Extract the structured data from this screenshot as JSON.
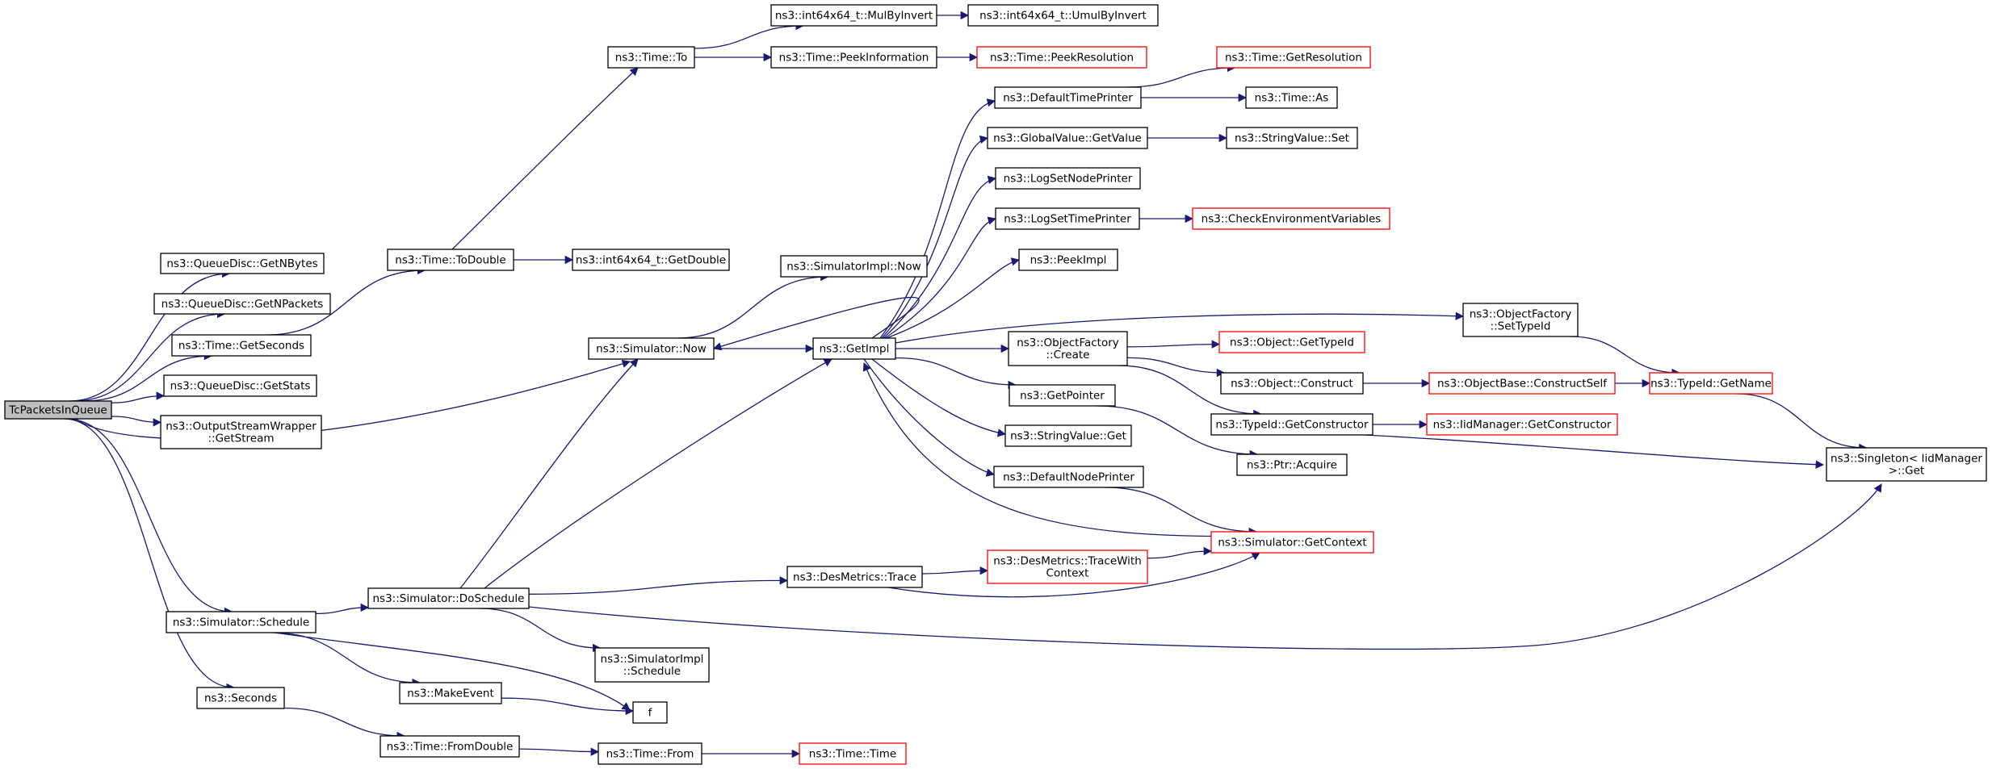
{
  "colors": {
    "edge": "#191970",
    "root_fill": "#bfbfbf",
    "node_border": "#000000",
    "truncated_border": "#ff0000",
    "background": "#ffffff"
  },
  "nodes": {
    "root": {
      "lines": [
        "TcPacketsInQueue"
      ],
      "root": true
    },
    "getnbytes": {
      "lines": [
        "ns3::QueueDisc::GetNBytes"
      ]
    },
    "getnpackets": {
      "lines": [
        "ns3::QueueDisc::GetNPackets"
      ]
    },
    "getseconds": {
      "lines": [
        "ns3::Time::GetSeconds"
      ]
    },
    "getstats": {
      "lines": [
        "ns3::QueueDisc::GetStats"
      ]
    },
    "getstream": {
      "lines": [
        "ns3::OutputStreamWrapper",
        "::GetStream"
      ]
    },
    "schedule": {
      "lines": [
        "ns3::Simulator::Schedule"
      ]
    },
    "seconds": {
      "lines": [
        "ns3::Seconds"
      ]
    },
    "todouble": {
      "lines": [
        "ns3::Time::ToDouble"
      ]
    },
    "timeto": {
      "lines": [
        "ns3::Time::To"
      ]
    },
    "simnow": {
      "lines": [
        "ns3::Simulator::Now"
      ]
    },
    "doschedule": {
      "lines": [
        "ns3::Simulator::DoSchedule"
      ]
    },
    "makeevent": {
      "lines": [
        "ns3::MakeEvent"
      ]
    },
    "fromdouble": {
      "lines": [
        "ns3::Time::FromDouble"
      ]
    },
    "mulbyinvert": {
      "lines": [
        "ns3::int64x64_t::MulByInvert"
      ]
    },
    "peekinfo": {
      "lines": [
        "ns3::Time::PeekInformation"
      ]
    },
    "getdouble": {
      "lines": [
        "ns3::int64x64_t::GetDouble"
      ]
    },
    "simimplnow": {
      "lines": [
        "ns3::SimulatorImpl::Now"
      ]
    },
    "getimpl": {
      "lines": [
        "ns3::GetImpl"
      ]
    },
    "simimplschedule": {
      "lines": [
        "ns3::SimulatorImpl",
        "::Schedule"
      ]
    },
    "f": {
      "lines": [
        "f"
      ]
    },
    "timefrom": {
      "lines": [
        "ns3::Time::From"
      ]
    },
    "umulbyinvert": {
      "lines": [
        "ns3::int64x64_t::UmulByInvert"
      ]
    },
    "peekres": {
      "lines": [
        "ns3::Time::PeekResolution"
      ],
      "truncated": true
    },
    "deftimeprinter": {
      "lines": [
        "ns3::DefaultTimePrinter"
      ]
    },
    "gvgetvalue": {
      "lines": [
        "ns3::GlobalValue::GetValue"
      ]
    },
    "logsetnode": {
      "lines": [
        "ns3::LogSetNodePrinter"
      ]
    },
    "logsettime": {
      "lines": [
        "ns3::LogSetTimePrinter"
      ]
    },
    "peekimpl": {
      "lines": [
        "ns3::PeekImpl"
      ]
    },
    "ofcreate": {
      "lines": [
        "ns3::ObjectFactory",
        "::Create"
      ]
    },
    "getpointer": {
      "lines": [
        "ns3::GetPointer"
      ]
    },
    "svget": {
      "lines": [
        "ns3::StringValue::Get"
      ]
    },
    "defnodeprinter": {
      "lines": [
        "ns3::DefaultNodePrinter"
      ]
    },
    "destrace": {
      "lines": [
        "ns3::DesMetrics::Trace"
      ]
    },
    "timetime": {
      "lines": [
        "ns3::Time::Time"
      ],
      "truncated": true
    },
    "getres": {
      "lines": [
        "ns3::Time::GetResolution"
      ],
      "truncated": true
    },
    "timeas": {
      "lines": [
        "ns3::Time::As"
      ]
    },
    "svset": {
      "lines": [
        "ns3::StringValue::Set"
      ]
    },
    "checkenv": {
      "lines": [
        "ns3::CheckEnvironmentVariables"
      ],
      "truncated": true
    },
    "objgettypeid": {
      "lines": [
        "ns3::Object::GetTypeId"
      ],
      "truncated": true
    },
    "objconstruct": {
      "lines": [
        "ns3::Object::Construct"
      ]
    },
    "tidgetctor": {
      "lines": [
        "ns3::TypeId::GetConstructor"
      ]
    },
    "ptracquire": {
      "lines": [
        "ns3::Ptr::Acquire"
      ]
    },
    "simgetcontext": {
      "lines": [
        "ns3::Simulator::GetContext"
      ],
      "truncated": true
    },
    "tracewithctx": {
      "lines": [
        "ns3::DesMetrics::TraceWith",
        "Context"
      ],
      "truncated": true
    },
    "ofsettypeid": {
      "lines": [
        "ns3::ObjectFactory",
        "::SetTypeId"
      ]
    },
    "obconstructself": {
      "lines": [
        "ns3::ObjectBase::ConstructSelf"
      ],
      "truncated": true
    },
    "iidgetctor": {
      "lines": [
        "ns3::IidManager::GetConstructor"
      ],
      "truncated": true
    },
    "tidgetname": {
      "lines": [
        "ns3::TypeId::GetName"
      ],
      "truncated": true
    },
    "singletonget": {
      "lines": [
        "ns3::Singleton< IidManager",
        ">::Get"
      ]
    }
  }
}
